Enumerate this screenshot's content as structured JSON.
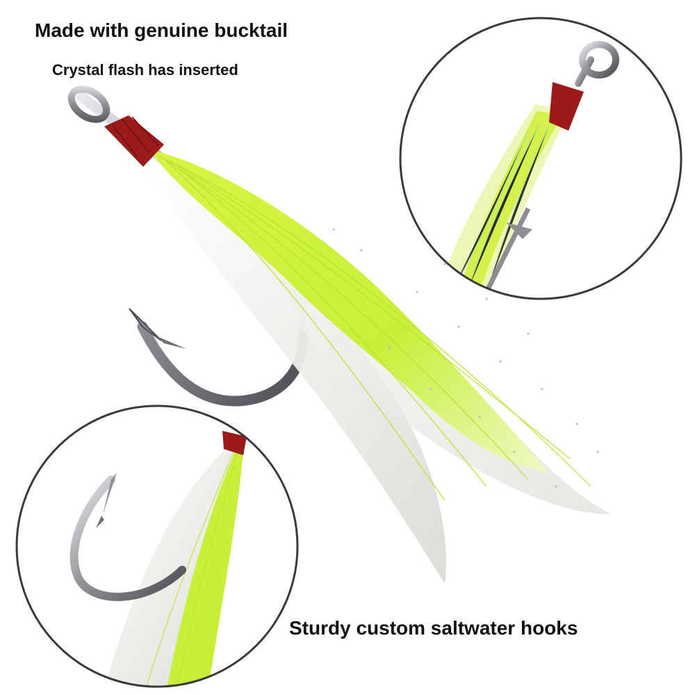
{
  "captions": {
    "bucktail": "Made with genuine bucktail",
    "flash": "Crystal flash has inserted",
    "hooks": "Sturdy custom saltwater hooks"
  },
  "colors": {
    "background": "#ffffff",
    "chartreuse": "#c8f03a",
    "white_hair": "#f2f2ee",
    "thread": "#9b1a1a",
    "steel": "#8d8f94",
    "circle_border": "#3a3a3a",
    "text": "#111111"
  }
}
